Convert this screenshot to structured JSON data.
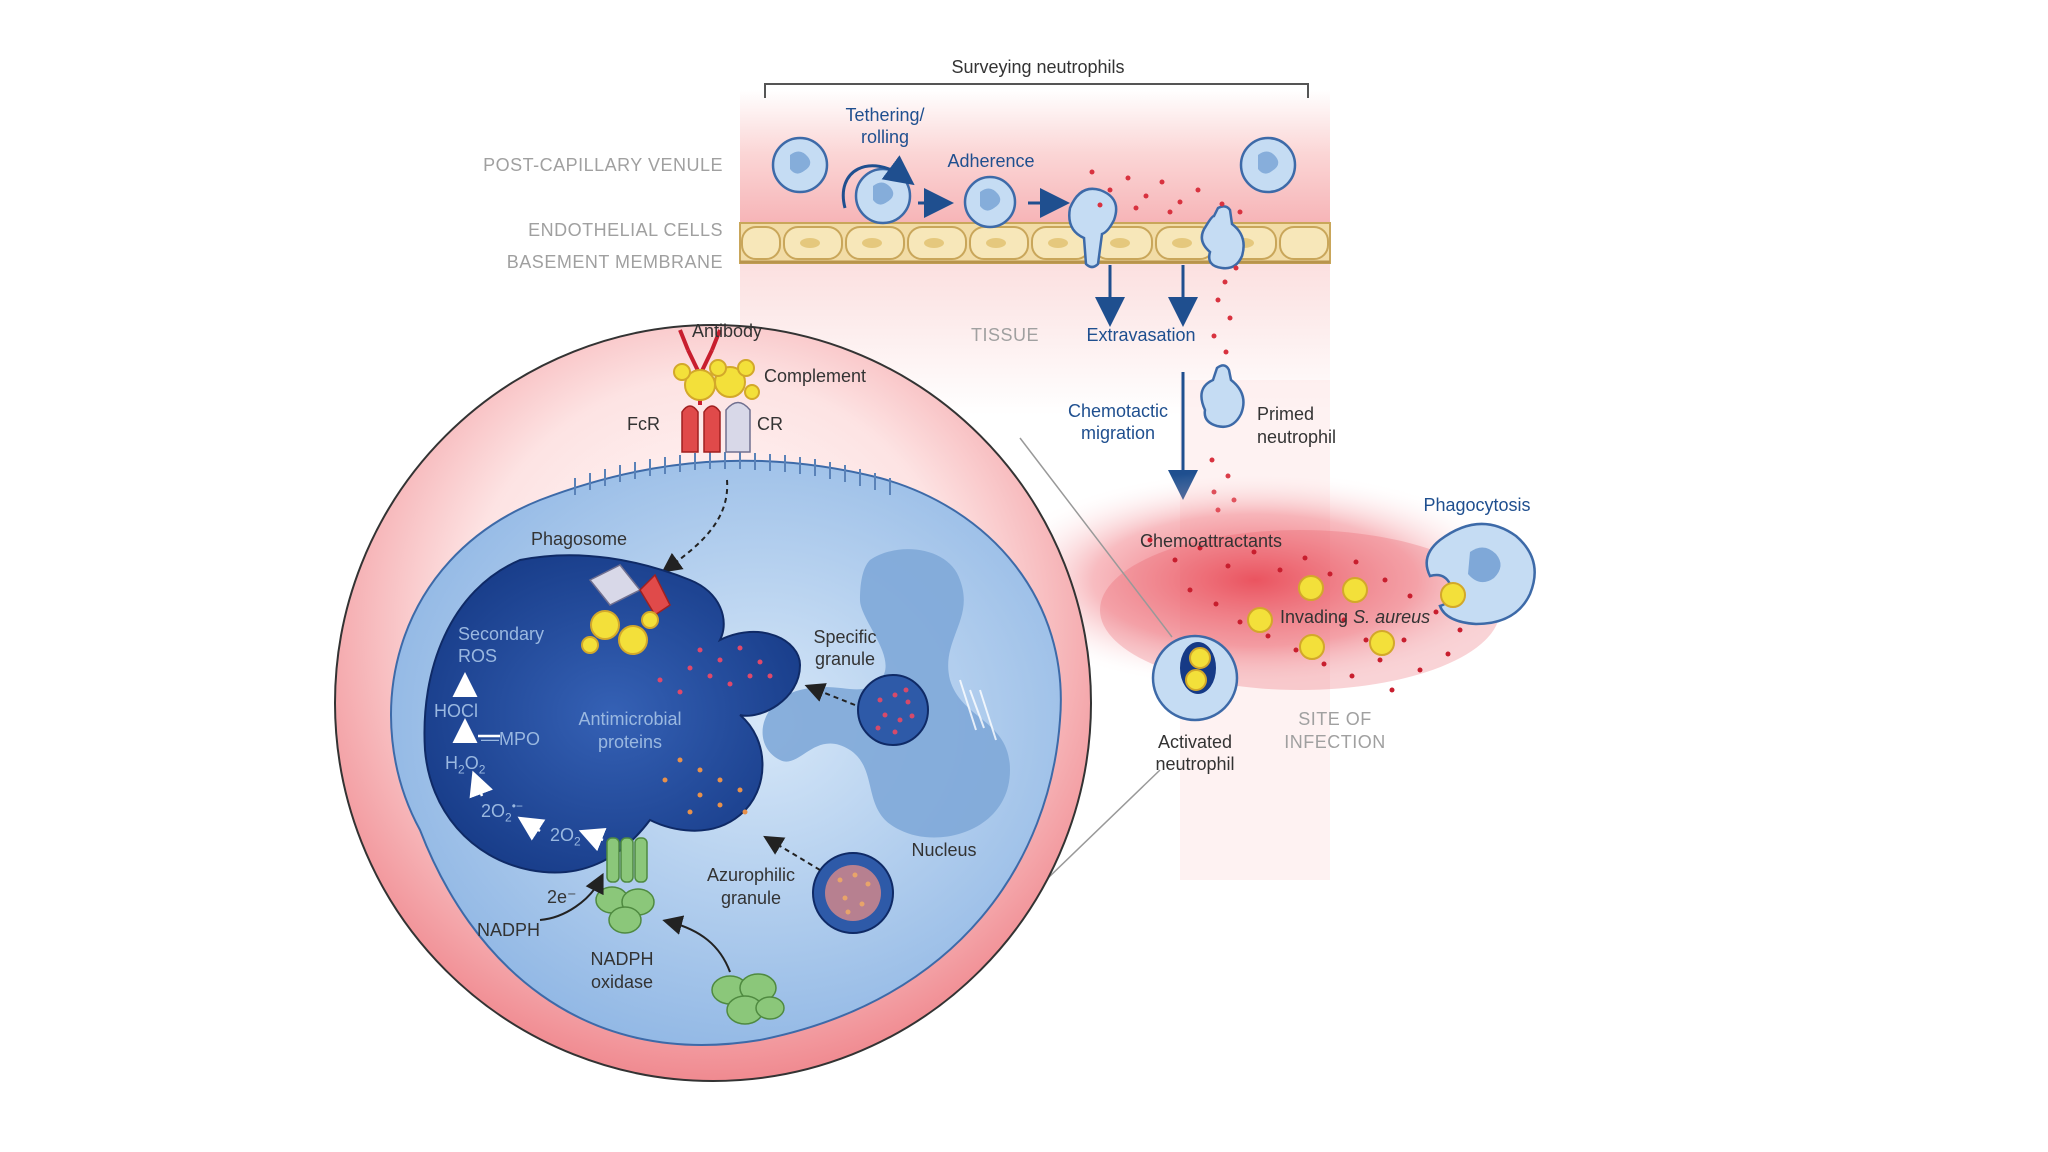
{
  "top": {
    "surveying": "Surveying neutrophils",
    "tethering_1": "Tethering/",
    "tethering_2": "rolling",
    "adherence": "Adherence",
    "venule": "POST-CAPILLARY VENULE",
    "endothelial": "ENDOTHELIAL CELLS",
    "basement": "BASEMENT MEMBRANE",
    "tissue": "TISSUE",
    "extravasation": "Extravasation"
  },
  "right": {
    "chemotactic_1": "Chemotactic",
    "chemotactic_2": "migration",
    "primed_1": "Primed",
    "primed_2": "neutrophil",
    "chemoattractants": "Chemoattractants",
    "phagocytosis": "Phagocytosis",
    "invading": "Invading ",
    "saureus": "S. aureus",
    "site_1": "SITE OF",
    "site_2": "INFECTION",
    "activated_1": "Activated",
    "activated_2": "neutrophil"
  },
  "cell": {
    "antibody": "Antibody",
    "complement": "Complement",
    "fcr": "FcR",
    "cr": "CR",
    "phagosome": "Phagosome",
    "secondary_1": "Secondary",
    "secondary_2": "ROS",
    "hocl": "HOCl",
    "mpo": "MPO",
    "h2o2_base": "H",
    "h2o2_sub1": "2",
    "h2o2_mid": "O",
    "h2o2_sub2": "2",
    "o2rad_pre": "2O",
    "o2rad_sub": "2",
    "o2rad_sup": "•−",
    "o2_pre": "2O",
    "o2_sub": "2",
    "antimicrobial_1": "Antimicrobial",
    "antimicrobial_2": "proteins",
    "specific_1": "Specific",
    "specific_2": "granule",
    "nucleus": "Nucleus",
    "azuro_1": "Azurophilic",
    "azuro_2": "granule",
    "electrons": "2e⁻",
    "nadph": "NADPH",
    "oxidase_1": "NADPH",
    "oxidase_2": "oxidase"
  },
  "colors": {
    "cell_fill": "#c5dcf3",
    "cell_edge": "#3d6aa8",
    "phagosome": "#1c3f8e",
    "nucleus": "#7fa8d8",
    "inflammation": "#e8505a",
    "bacteria": "#f3e03a",
    "oxidase": "#8bc77a",
    "label_blue": "#1f4f8f",
    "label_gray": "#a0a0a0"
  }
}
